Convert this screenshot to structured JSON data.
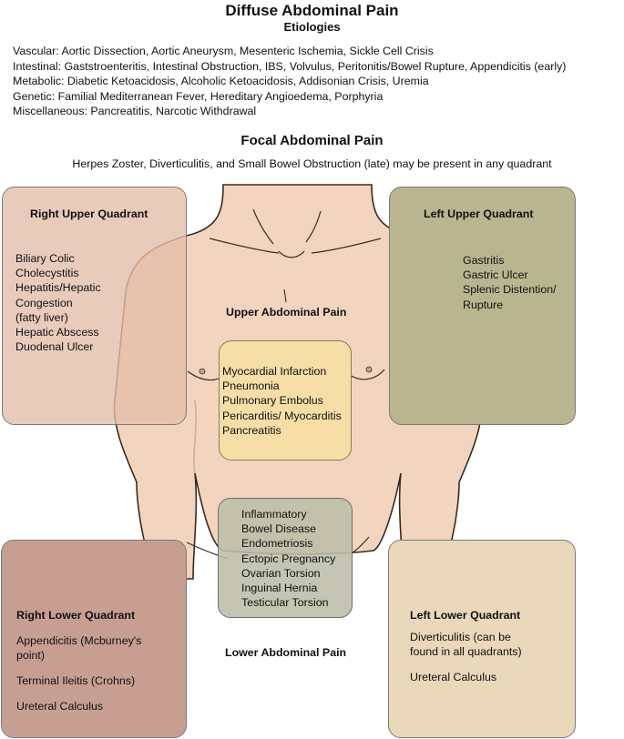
{
  "header": {
    "title": "Diffuse Abdominal Pain",
    "subtitle": "Etiologies"
  },
  "etiologies": [
    "Vascular: Aortic Dissection, Aortic Aneurysm, Mesenteric Ischemia, Sickle Cell Crisis",
    "Intestinal: Gaststroenteritis, Intestinal Obstruction, IBS, Volvulus, Peritonitis/Bowel Rupture, Appendicitis (early)",
    "Metabolic: Diabetic Ketoacidosis, Alcoholic Ketoacidosis, Addisonian Crisis, Uremia",
    "Genetic: Familial Mediterranean Fever, Hereditary Angioedema, Porphyria",
    "Miscellaneous: Pancreatitis, Narcotic Withdrawal"
  ],
  "focal": {
    "title": "Focal Abdominal Pain",
    "note": "Herpes Zoster, Diverticulitis, and Small Bowel Obstruction (late) may be present in any quadrant"
  },
  "ruq": {
    "title": "Right Upper Quadrant",
    "items": [
      "Biliary Colic",
      "Cholecystitis",
      "Hepatitis/Hepatic",
      "Congestion",
      "(fatty liver)",
      "Hepatic Abscess",
      "Duodenal Ulcer"
    ]
  },
  "luq": {
    "title": "Left Upper Quadrant",
    "items": [
      "Gastritis",
      "Gastric Ulcer",
      "Splenic Distention/",
      "Rupture"
    ]
  },
  "upper": {
    "label": "Upper Abdominal Pain",
    "items": [
      "Myocardial Infarction",
      "Pneumonia",
      "Pulmonary Embolus",
      "Pericarditis/ Myocarditis",
      "Pancreatitis"
    ]
  },
  "lower": {
    "label": "Lower Abdominal Pain",
    "items": [
      "Inflammatory",
      "Bowel Disease",
      "Endometriosis",
      "Ectopic Pregnancy",
      "Ovarian Torsion",
      "Inguinal Hernia",
      "Testicular Torsion"
    ]
  },
  "rlq": {
    "title": "Right Lower Quadrant",
    "items": [
      "Appendicitis (Mcburney's",
      "point)",
      "Terminal Ileitis (Crohns)",
      "Ureteral Calculus"
    ]
  },
  "llq": {
    "title": "Left Lower Quadrant",
    "items": [
      "Diverticulitis (can be",
      "found in all quadrants)",
      "Ureteral Calculus"
    ]
  },
  "colors": {
    "skin": "#f3d5bf",
    "ruq": "#e4beaa",
    "luq": "#b9b58e",
    "rlq": "#c79f92",
    "llq": "#e9d8b9",
    "upper_box": "#f7dea6",
    "lower_box": "#bcbea8"
  }
}
